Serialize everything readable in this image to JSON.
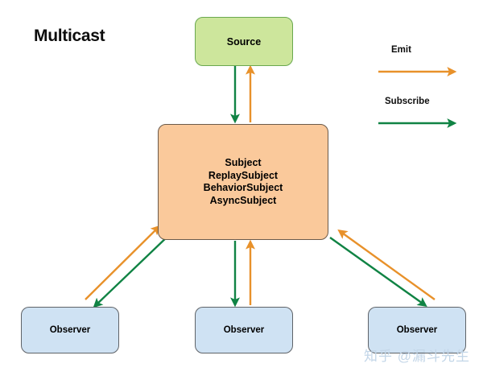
{
  "title": "Multicast",
  "colors": {
    "emit": "#e8912a",
    "subscribe": "#108344",
    "source_fill": "#cde69c",
    "source_border": "#6aa84f",
    "subject_fill": "#fac99b",
    "subject_border": "#6b5a4a",
    "observer_fill": "#cfe2f3",
    "observer_border": "#5f6368",
    "text": "#0d0d0d",
    "watermark": "#c3d6e8"
  },
  "nodes": {
    "source": {
      "label": "Source"
    },
    "subject": {
      "lines": [
        "Subject",
        "ReplaySubject",
        "BehaviorSubject",
        "AsyncSubject"
      ]
    },
    "observers": [
      {
        "label": "Observer"
      },
      {
        "label": "Observer"
      },
      {
        "label": "Observer"
      }
    ]
  },
  "legend": {
    "items": [
      {
        "label": "Emit",
        "color": "#e8912a"
      },
      {
        "label": "Subscribe",
        "color": "#108344"
      }
    ]
  },
  "edges": [
    {
      "name": "subject-emits-to-source",
      "type": "emit",
      "from": "subject",
      "to": "source"
    },
    {
      "name": "subject-subscribes-source",
      "type": "subscribe",
      "from": "source",
      "to": "subject"
    },
    {
      "name": "observer-left-subscribes-subject",
      "type": "emit",
      "from": "observer-left",
      "to": "subject"
    },
    {
      "name": "subject-emits-observer-left",
      "type": "subscribe",
      "from": "subject",
      "to": "observer-left"
    },
    {
      "name": "observer-mid-subscribes-subject",
      "type": "emit",
      "from": "observer-mid",
      "to": "subject"
    },
    {
      "name": "subject-emits-observer-mid",
      "type": "subscribe",
      "from": "subject",
      "to": "observer-mid"
    },
    {
      "name": "observer-right-subscribes-subject",
      "type": "emit",
      "from": "observer-right",
      "to": "subject"
    },
    {
      "name": "subject-emits-observer-right",
      "type": "subscribe",
      "from": "subject",
      "to": "observer-right"
    }
  ],
  "watermark": "知乎 @漏斗先生"
}
